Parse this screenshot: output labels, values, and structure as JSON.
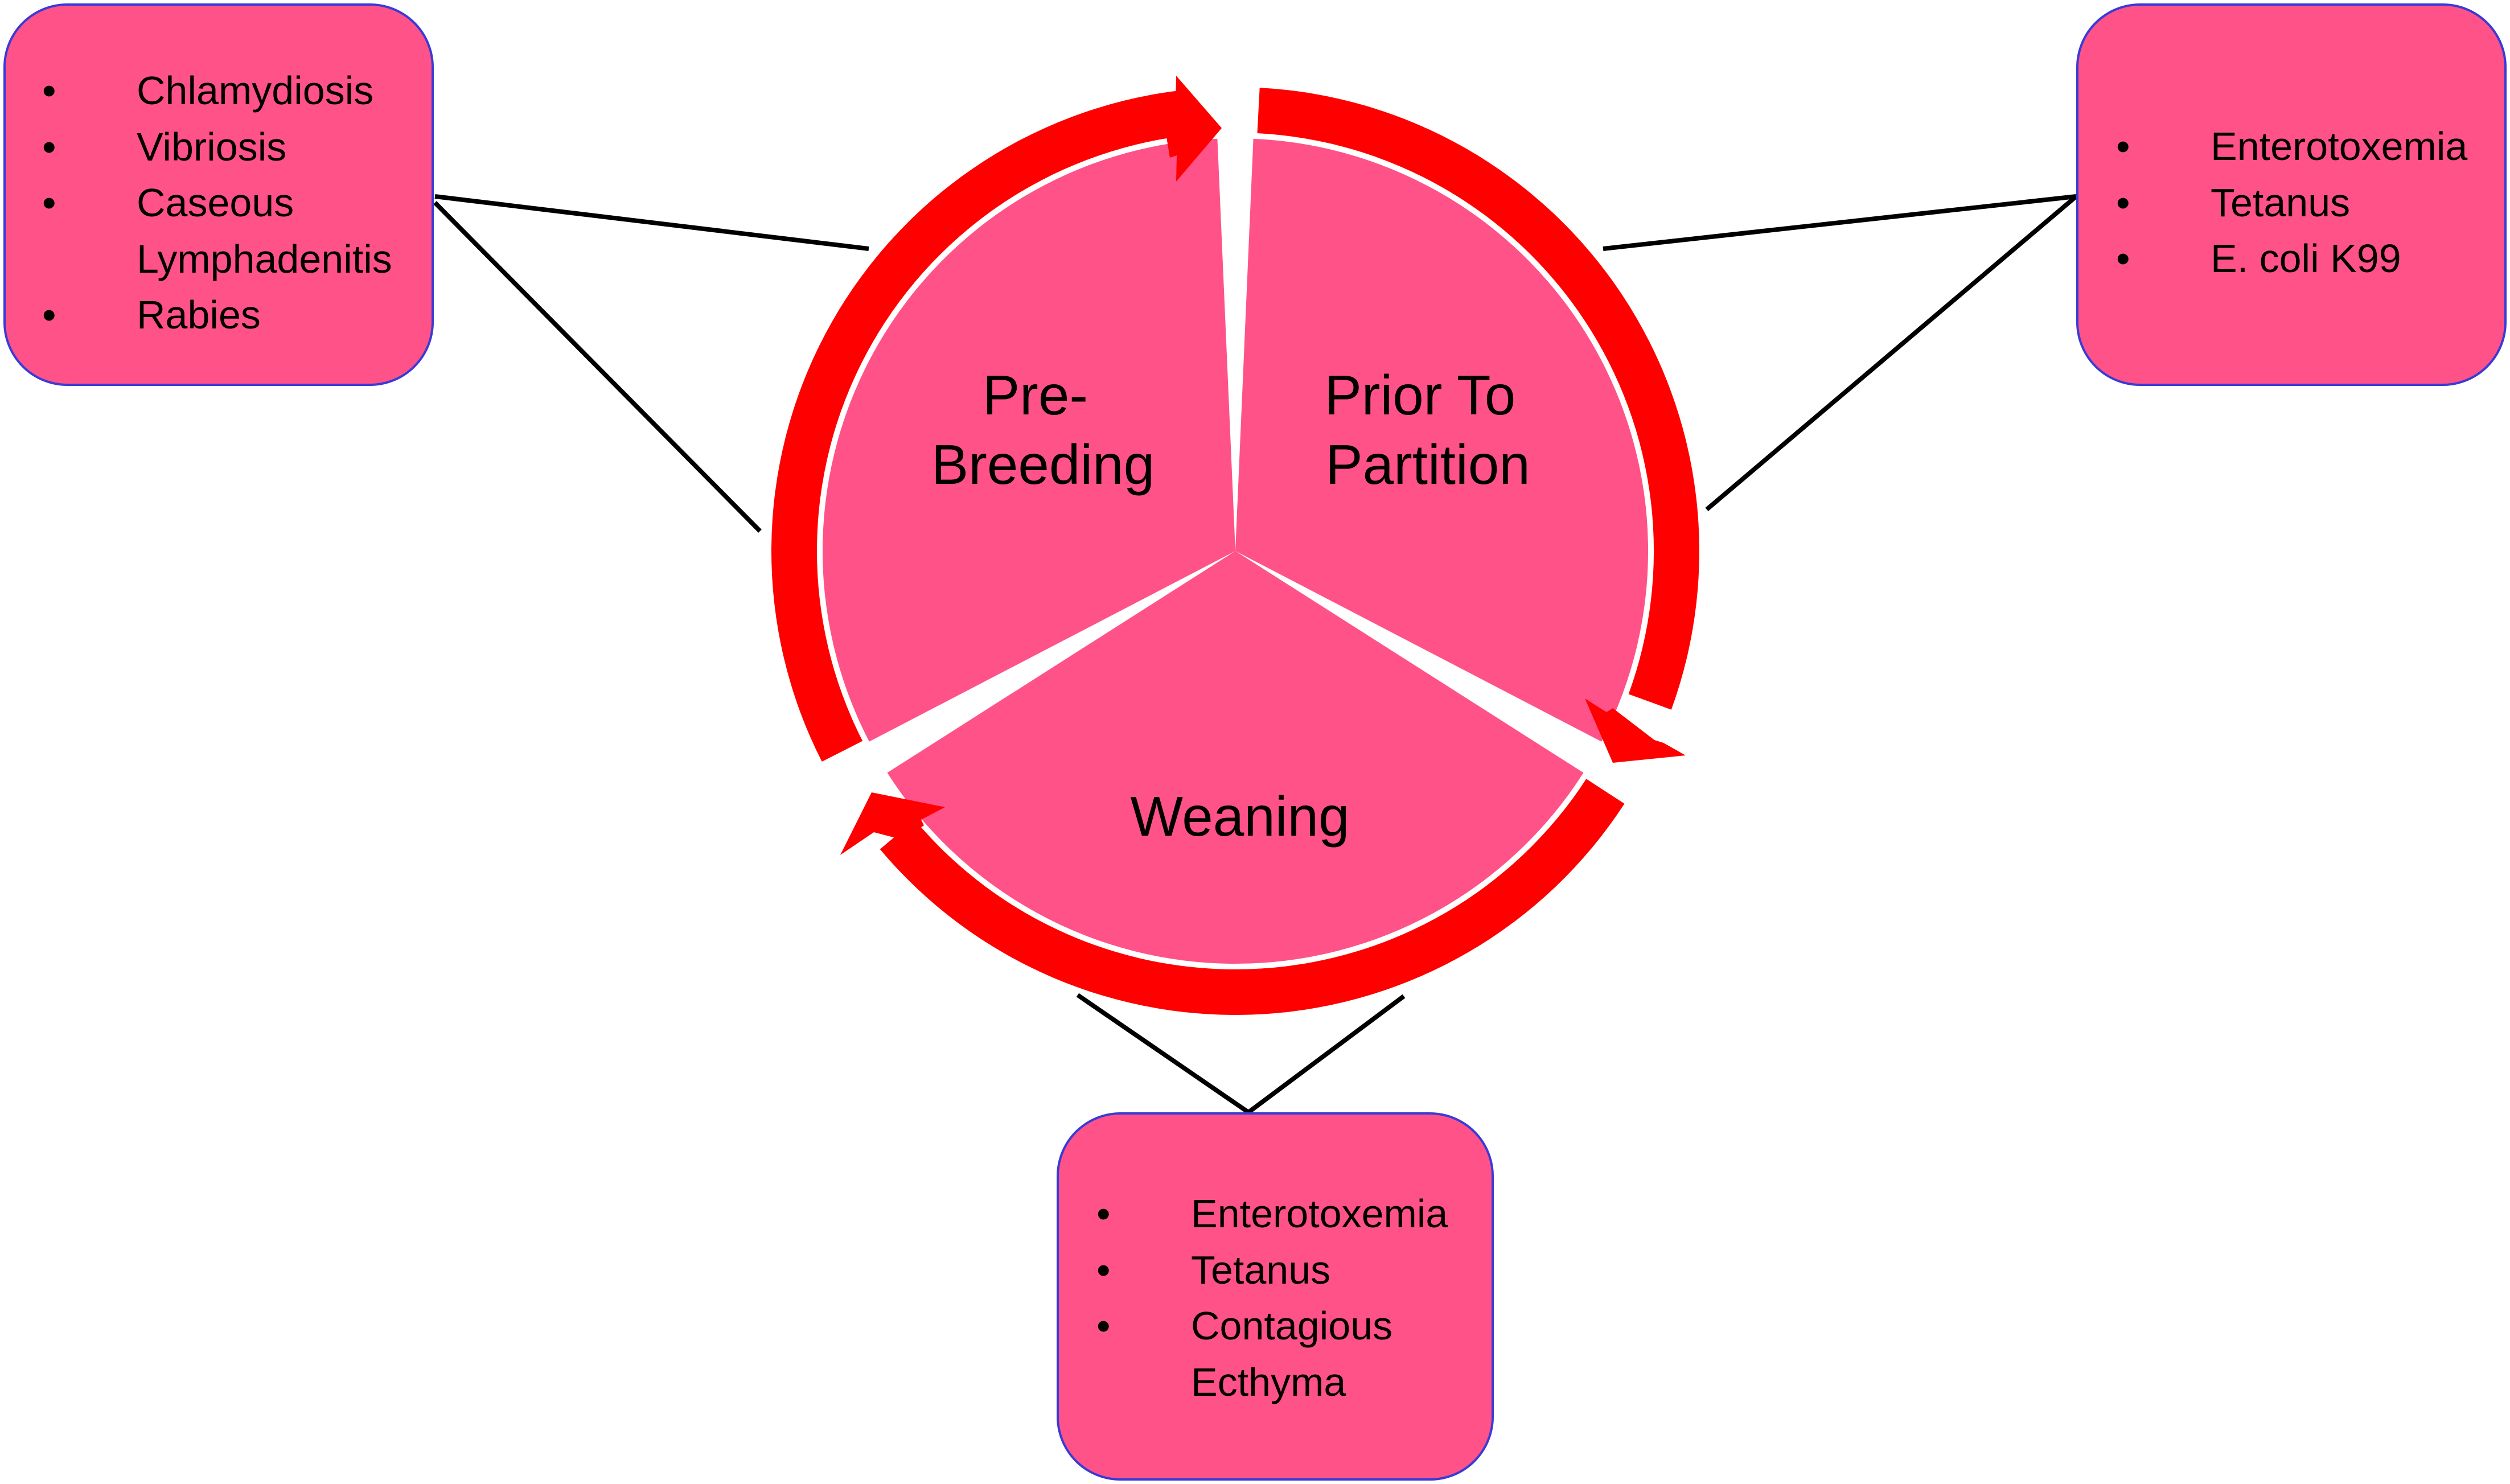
{
  "colors": {
    "ring": "#ff0000",
    "segment_fill": "#ff5289",
    "box_fill": "#ff5289",
    "box_border": "#3a3ad6",
    "connector": "#000000"
  },
  "cycle": {
    "segments": [
      {
        "label_line1": "Pre-",
        "label_line2": "Breeding"
      },
      {
        "label_line1": "Prior To",
        "label_line2": "Partition"
      },
      {
        "label_line1": "Weaning"
      }
    ]
  },
  "boxes": {
    "prebreeding": {
      "items": [
        "Chlamydiosis",
        "Vibriosis",
        "Caseous Lymphadenitis",
        "Rabies"
      ]
    },
    "prior": {
      "items": [
        "Enterotoxemia",
        "Tetanus",
        "E. coli K99"
      ]
    },
    "weaning": {
      "items": [
        "Enterotoxemia",
        "Tetanus",
        "Contagious Ecthyma"
      ]
    }
  },
  "bullet_symbol": "•"
}
